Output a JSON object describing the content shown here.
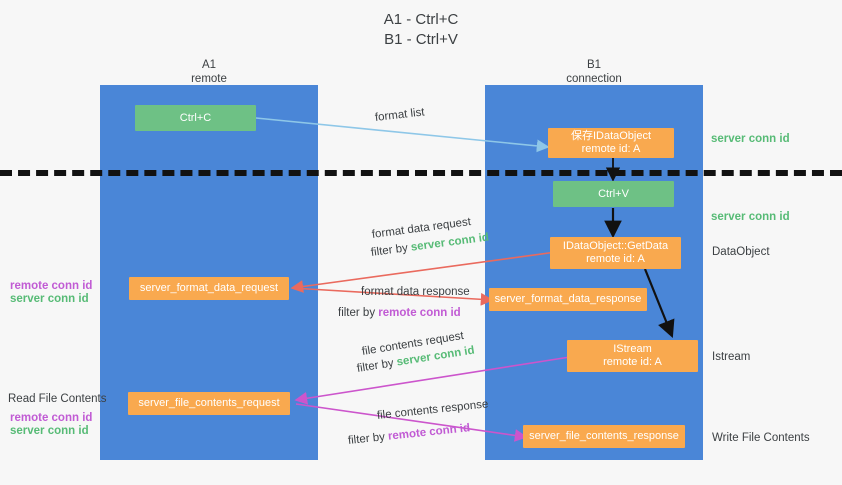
{
  "title": {
    "line1": "A1 - Ctrl+C",
    "line2": "B1 - Ctrl+V"
  },
  "lanes": [
    {
      "id": "A1",
      "name": "A1",
      "sub": "remote",
      "color": "#4a86d7"
    },
    {
      "id": "B1",
      "name": "B1",
      "sub": "connection",
      "color": "#4a86d7"
    }
  ],
  "boxes": {
    "ctrl_c": {
      "line1": "Ctrl+C",
      "line2": "",
      "color": "#6ec185"
    },
    "idataobject": {
      "line1": "保存IDataObject",
      "line2": "remote id: A",
      "color": "#f9a94f"
    },
    "ctrl_v": {
      "line1": "Ctrl+V",
      "line2": "",
      "color": "#6ec185"
    },
    "getdata": {
      "line1": "IDataObject::GetData",
      "line2": "remote id: A",
      "color": "#f9a94f"
    },
    "format_data_request": {
      "line1": "server_format_data_request",
      "line2": "",
      "color": "#f9a94f"
    },
    "format_data_response": {
      "line1": "server_format_data_response",
      "line2": "",
      "color": "#f9a94f"
    },
    "istream": {
      "line1": "IStream",
      "line2": "remote id: A",
      "color": "#f9a94f"
    },
    "file_contents_request": {
      "line1": "server_file_contents_request",
      "line2": "",
      "color": "#f9a94f"
    },
    "file_contents_response": {
      "line1": "server_file_contents_response",
      "line2": "",
      "color": "#f9a94f"
    }
  },
  "arrow_labels": {
    "format_list": "format list",
    "format_data_request": "format data request",
    "format_data_request_filter_prefix": "filter by ",
    "format_data_request_filter_value": "server conn id",
    "format_data_response": "format data response",
    "format_data_response_filter_prefix": "filter by ",
    "format_data_response_filter_value": "remote conn id",
    "file_contents_request": "file contents request",
    "file_contents_request_filter_prefix": "filter by ",
    "file_contents_request_filter_value": "server conn id",
    "file_contents_response": "file contents response",
    "file_contents_response_filter_prefix": "filter by ",
    "file_contents_response_filter_value": "remote conn id"
  },
  "right_labels": {
    "server_conn_id_top": "server conn id",
    "server_conn_id_mid": "server conn id",
    "dataobject": "DataObject",
    "istream": "Istream",
    "write_file_contents": "Write File Contents"
  },
  "left_labels": {
    "remote_conn_id_1": "remote conn id",
    "server_conn_id_1": "server conn id",
    "read_file_contents": "Read File Contents",
    "remote_conn_id_2": "remote conn id",
    "server_conn_id_2": "server conn id"
  },
  "colors": {
    "lane": "#4a86d7",
    "green_box": "#6ec185",
    "orange_box": "#f9a94f",
    "green_text": "#57bb76",
    "magenta_text": "#c15bd4",
    "arrow_blue": "#8ec7e8",
    "arrow_red": "#ea6a5e",
    "arrow_magenta": "#cc55cc",
    "arrow_black": "#111111",
    "background": "#f7f7f7"
  }
}
